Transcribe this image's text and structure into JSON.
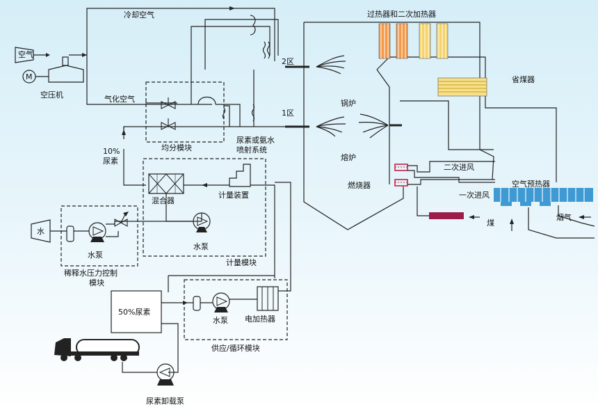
{
  "labels": {
    "cooling_air": "冷却空气",
    "air": "空气",
    "compressor": "空压机",
    "motor": "M",
    "gasify_air": "气化空气",
    "zone2": "2区",
    "zone1": "1区",
    "superheater": "过热器和二次加热器",
    "economizer": "省煤器",
    "boiler": "锅炉",
    "furnace": "熔炉",
    "burner": "燃烧器",
    "secondary_air": "二次进风",
    "primary_air": "一次进风",
    "air_preheater": "空气预热器",
    "coal": "煤",
    "flue_gas": "烟气",
    "split_module": "均分模块",
    "urea_system_1": "尿素或氨水",
    "urea_system_2": "喷射系统",
    "urea10_1": "10%",
    "urea10_2": "尿素",
    "mixer": "混合器",
    "metering_device": "计量装置",
    "water": "水",
    "water_pump": "水泵",
    "water_pump_2": "水泵",
    "water_pump_3": "水泵",
    "metering_module": "计量模块",
    "dilution_1": "稀释水压力控制",
    "dilution_2": "模块",
    "urea50": "50%尿素",
    "heater": "电加热器",
    "supply_module": "供应/循环模块",
    "unload_pump": "尿素卸载泵"
  },
  "colors": {
    "water_line": "#1c7ab8",
    "air_preheater": "#3f9ad3",
    "coal_feeder": "#9b1e48",
    "superheater_a": "#f2994a",
    "superheater_b": "#f6d36a",
    "economizer": "#e8c640"
  }
}
